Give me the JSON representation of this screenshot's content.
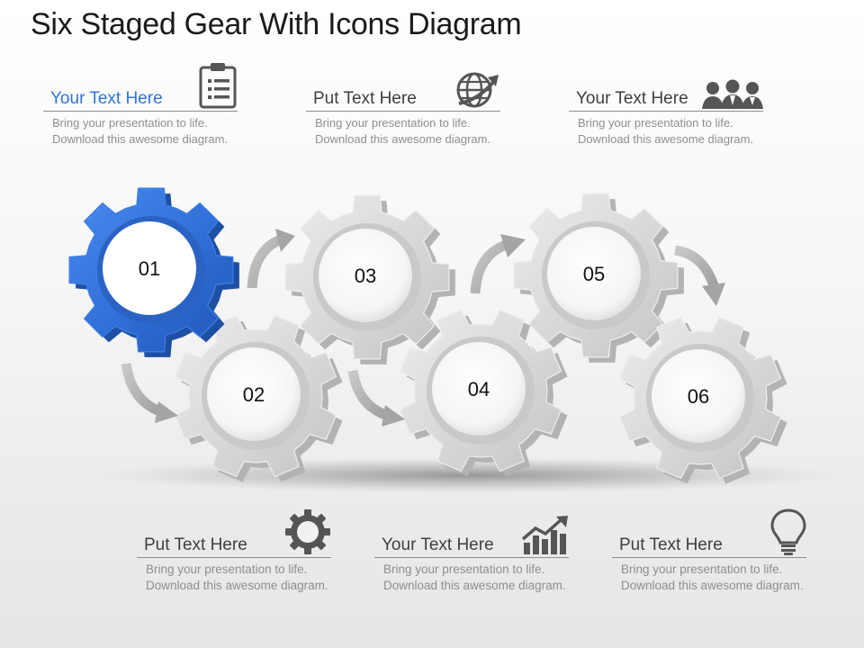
{
  "title": "Six Staged Gear With Icons Diagram",
  "colors": {
    "accent": "#2f6fd6",
    "gear_gray": "#d9d9d9",
    "label_active": "#2f75d9",
    "body_text": "#8e8e8e"
  },
  "blocks": [
    {
      "label": "Your Text Here",
      "desc": "Bring your presentation to life. Download this awesome diagram.",
      "icon": "clipboard-icon",
      "active": true
    },
    {
      "label": "Put Text Here",
      "desc": "Bring your presentation to life. Download this awesome diagram.",
      "icon": "globe-arrow-icon",
      "active": false
    },
    {
      "label": "Your Text Here",
      "desc": "Bring your presentation to life. Download this awesome diagram.",
      "icon": "people-icon",
      "active": false
    },
    {
      "label": "Put Text Here",
      "desc": "Bring your presentation to life. Download this awesome diagram.",
      "icon": "gear-icon",
      "active": false
    },
    {
      "label": "Your Text Here",
      "desc": "Bring your presentation to life. Download this awesome diagram.",
      "icon": "growth-chart-icon",
      "active": false
    },
    {
      "label": "Put Text Here",
      "desc": "Bring your presentation to life. Download this awesome diagram.",
      "icon": "lightbulb-icon",
      "active": false
    }
  ],
  "gears": [
    {
      "number": "01",
      "highlighted": true
    },
    {
      "number": "02",
      "highlighted": false
    },
    {
      "number": "03",
      "highlighted": false
    },
    {
      "number": "04",
      "highlighted": false
    },
    {
      "number": "05",
      "highlighted": false
    },
    {
      "number": "06",
      "highlighted": false
    }
  ]
}
